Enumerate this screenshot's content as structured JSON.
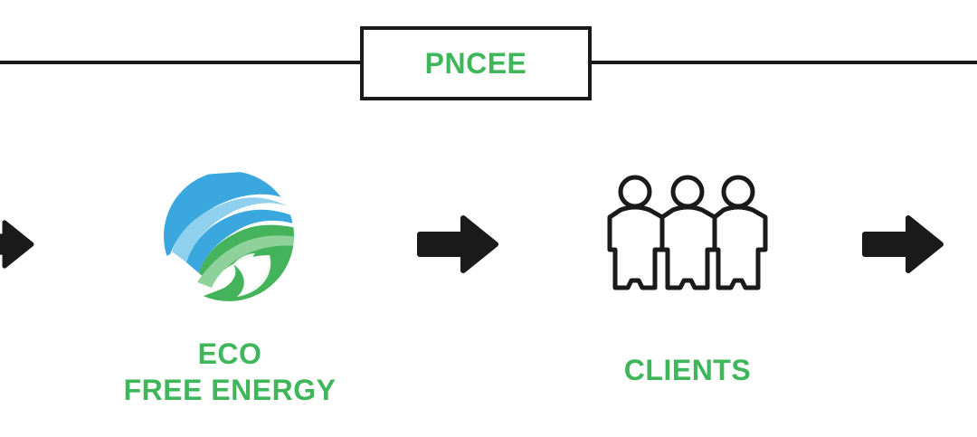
{
  "colors": {
    "accent_green": "#3fb65a",
    "ink": "#1a1a1a",
    "logo_blue": "#3aa7de",
    "logo_light_blue": "#8fd0ef",
    "logo_green": "#45b35b",
    "logo_light_green": "#8fd19a"
  },
  "header": {
    "title": "PNCEE"
  },
  "flow": [
    {
      "icon": "eco-free-energy-logo",
      "label_line1": "ECO",
      "label_line2": "FREE ENERGY"
    },
    {
      "icon": "people-icon",
      "label": "CLIENTS"
    }
  ],
  "arrows": [
    "arrow-right-icon",
    "arrow-right-icon",
    "arrow-right-icon"
  ]
}
